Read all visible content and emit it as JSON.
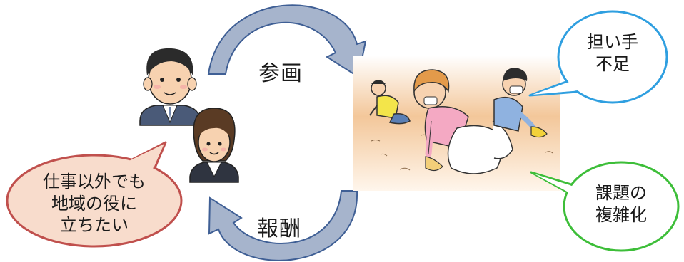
{
  "arrows": {
    "top_label": "参画",
    "bottom_label": "報酬"
  },
  "bubbles": {
    "people_speech": [
      "仕事以外でも",
      "地域の役に",
      "立ちたい"
    ],
    "shortage": [
      "担い手",
      "不足"
    ],
    "complexity": [
      "課題の",
      "複雑化"
    ]
  },
  "colors": {
    "arrow_fill": "#a6b4cc",
    "arrow_stroke": "#3f5f95",
    "bubble_red_fill": "#f8dccc",
    "bubble_red_stroke": "#c0504d",
    "bubble_blue_stroke": "#2f9fe0",
    "bubble_green_stroke": "#3dbe39"
  }
}
